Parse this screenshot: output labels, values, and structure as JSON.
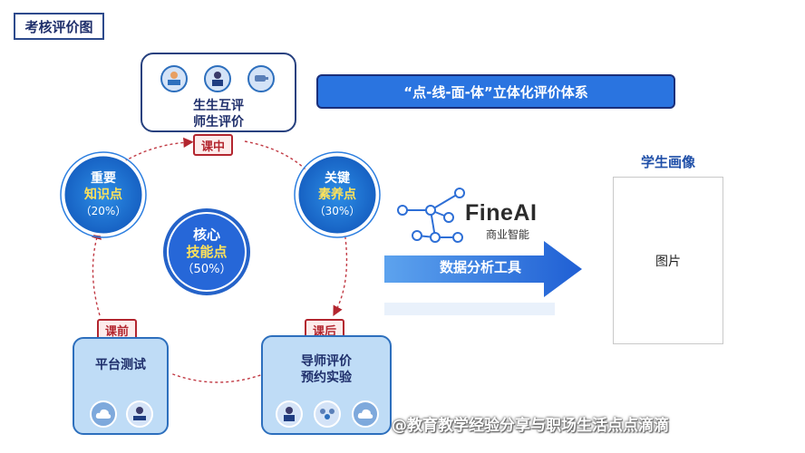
{
  "title": "考核评价图",
  "banner": "“点-线-面-体”立体化评价体系",
  "top_card": {
    "line1": "生生互评",
    "line2": "师生评价"
  },
  "tags": {
    "in_class": "课中",
    "pre_class": "课前",
    "post_class": "课后"
  },
  "left_node": {
    "line1": "重要",
    "line2": "知识点",
    "line3": "（20%）"
  },
  "right_node": {
    "line1": "关键",
    "line2": "素养点",
    "line3": "（30%）"
  },
  "core_node": {
    "line1": "核心",
    "line2": "技能点",
    "line3": "（50%）"
  },
  "bottom_left_card": {
    "line1": "平台测试"
  },
  "bottom_right_card": {
    "line1": "导师评价",
    "line2": "预约实验"
  },
  "fineai": {
    "name": "FineAI",
    "subtitle": "商业智能"
  },
  "tool_label": "数据分析工具",
  "portrait": {
    "title": "学生画像",
    "placeholder": "图片"
  },
  "watermark": "@教育教学经验分享与职场生活点点滴滴",
  "colors": {
    "navy": "#1f2f6b",
    "accent_blue": "#2a74e0",
    "tag_red": "#b3262f",
    "core_blue": "#2667d8",
    "highlight_yellow": "#ffe25a"
  }
}
